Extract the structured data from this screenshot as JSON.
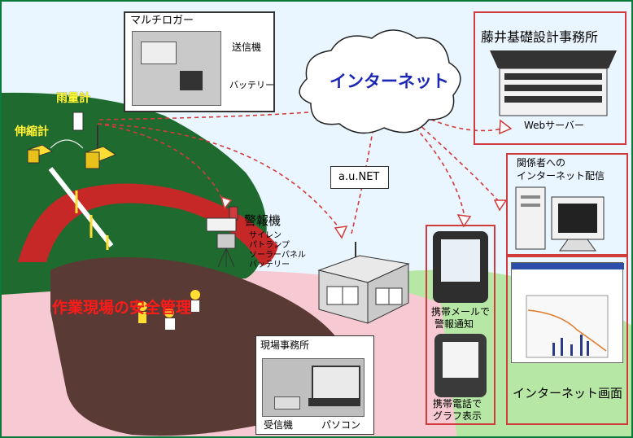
{
  "labels": {
    "multilogger": "マルチロガー",
    "transmitter": "送信機",
    "battery": "バッテリー",
    "rain_gauge": "雨量計",
    "extensometer": "伸縮計",
    "internet": "インターネット",
    "company": "藤井基礎設計事務所",
    "web_server": "Webサーバー",
    "au_net": "a.u.NET",
    "alarm": "警報機",
    "alarm_items": [
      "サイレン",
      "パトランプ",
      "ソーラーパネル",
      "バッテリー"
    ],
    "distribution_line1": "関係者への",
    "distribution_line2": "インターネット配信",
    "site_safety": "作業現場の安全管理",
    "site_office": "現場事務所",
    "receiver": "受信機",
    "pc": "パソコン",
    "mail_line1": "携帯メールで",
    "mail_line2": "警報通知",
    "graph_line1": "携帯電話で",
    "graph_line2": "グラフ表示",
    "internet_screen": "インターネット画面"
  },
  "colors": {
    "frame": "#0a7a3a",
    "accent_red": "#d23b3b",
    "label_yellow": "#ffff33",
    "hill_green": "#1f6b2f",
    "ground_pink": "#f7c9d2"
  }
}
